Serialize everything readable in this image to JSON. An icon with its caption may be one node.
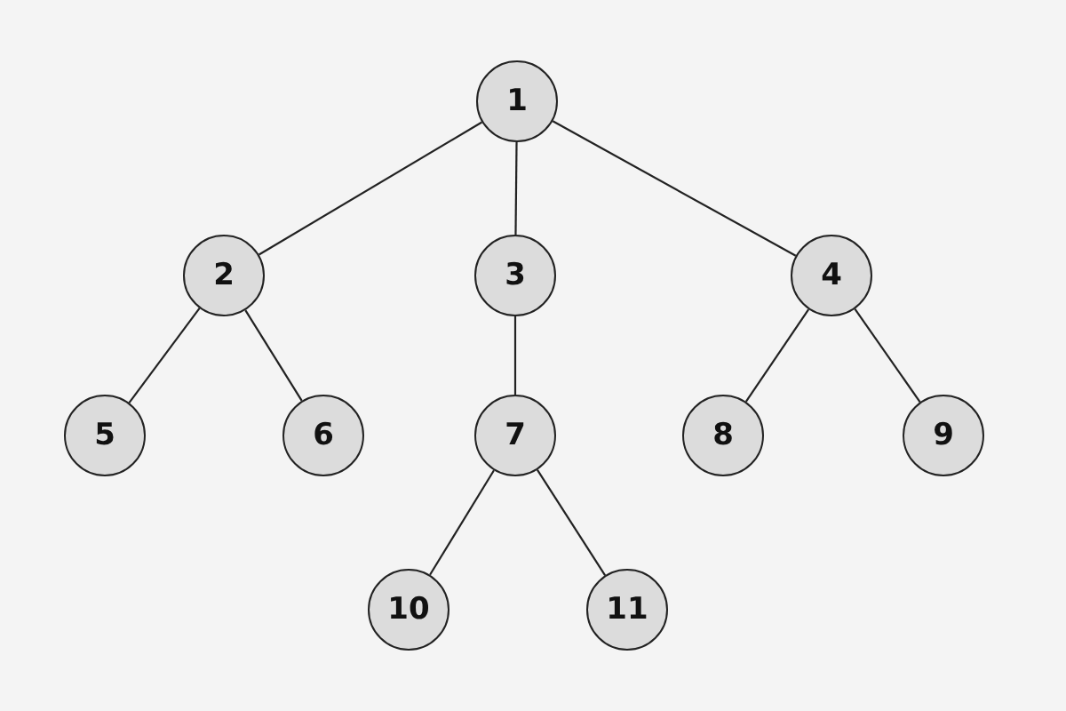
{
  "diagram": {
    "nodes": [
      {
        "text": [
          "1"
        ]
      },
      {
        "text": [
          "2"
        ]
      },
      {
        "text": [
          "3"
        ]
      },
      {
        "text": [
          "4"
        ]
      },
      {
        "text": [
          "5"
        ]
      },
      {
        "text": [
          "6"
        ]
      },
      {
        "text": [
          "7"
        ]
      },
      {
        "text": [
          "8"
        ]
      },
      {
        "text": [
          "9"
        ]
      },
      {
        "text": [
          "10"
        ]
      },
      {
        "text": [
          "11"
        ]
      }
    ],
    "edges": [
      {
        "from": 0,
        "to": 1,
        "arrow": "none"
      },
      {
        "from": 0,
        "to": 2,
        "arrow": "none"
      },
      {
        "from": 0,
        "to": 3,
        "arrow": "none"
      },
      {
        "from": 1,
        "to": 4,
        "arrow": "none"
      },
      {
        "from": 1,
        "to": 5,
        "arrow": "none"
      },
      {
        "from": 2,
        "to": 6,
        "arrow": "none"
      },
      {
        "from": 3,
        "to": 7,
        "arrow": "none"
      },
      {
        "from": 3,
        "to": 8,
        "arrow": "none"
      },
      {
        "from": 6,
        "to": 9,
        "arrow": "none"
      },
      {
        "from": 6,
        "to": 10,
        "arrow": "none"
      }
    ]
  }
}
